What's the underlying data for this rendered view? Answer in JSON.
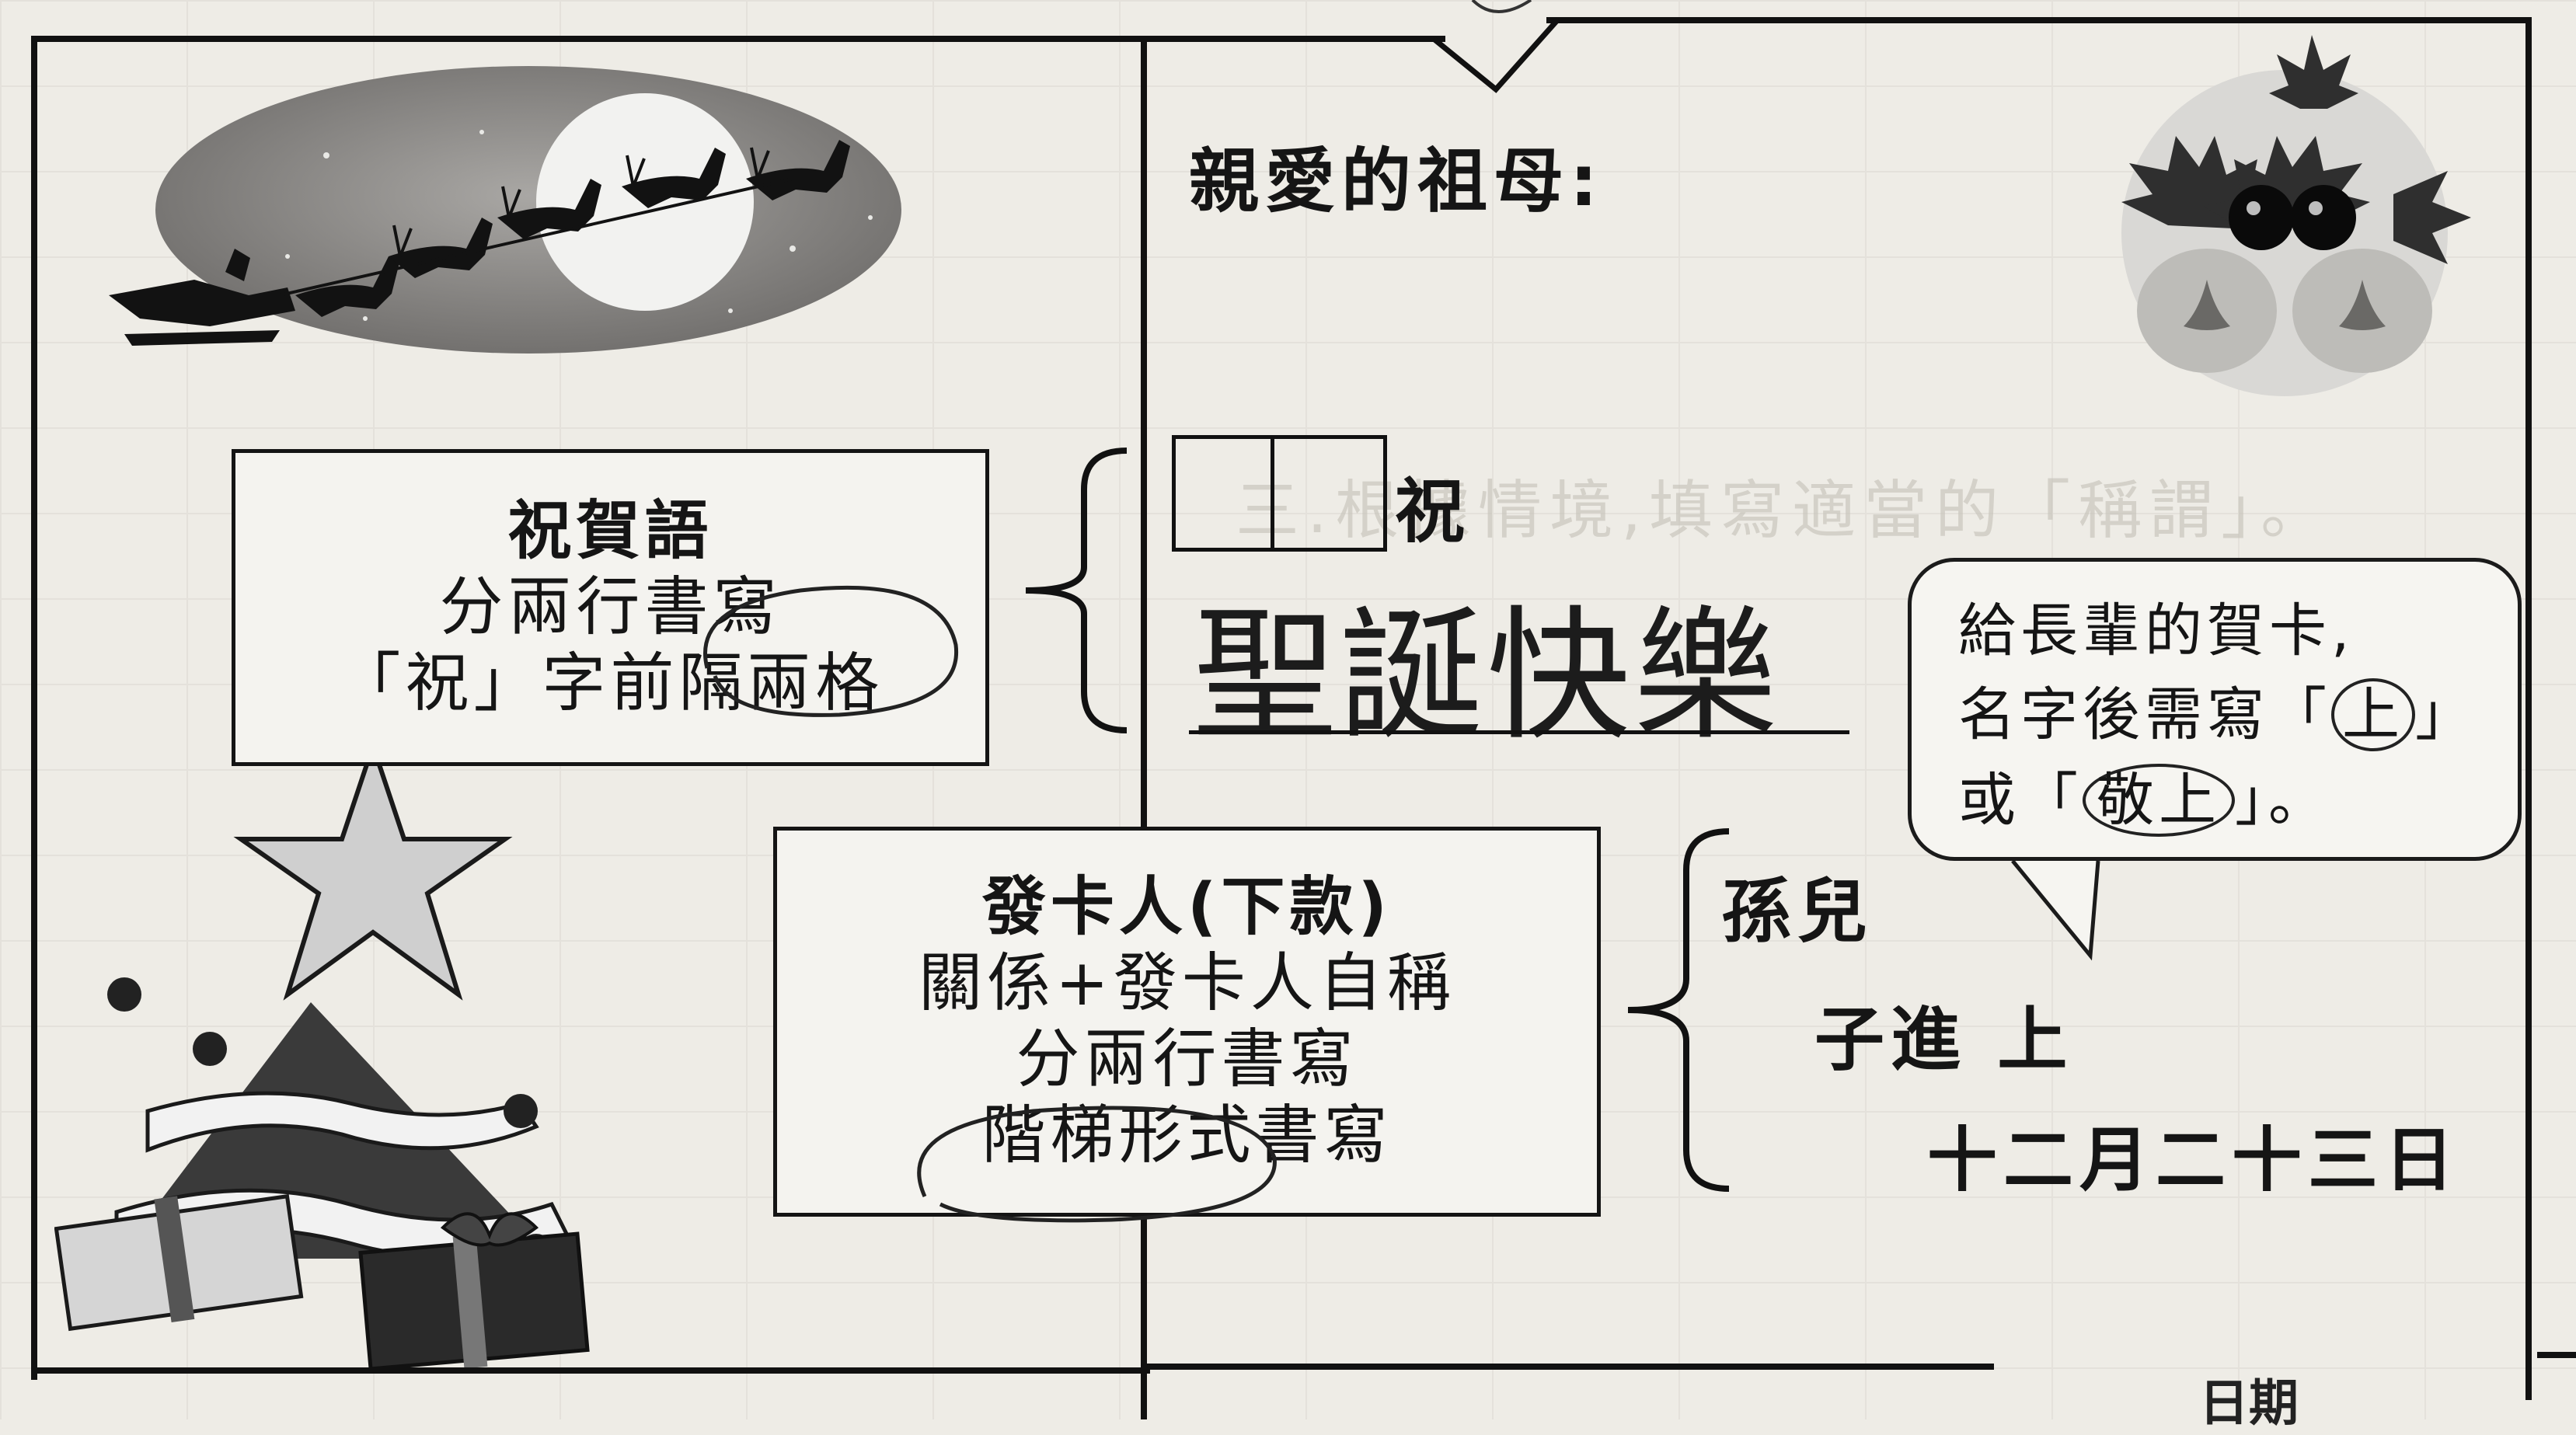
{
  "card_left": {
    "greeting_box": {
      "title": "祝賀語",
      "line_2": "分兩行書寫",
      "line_3": "「祝」字前隔兩格"
    },
    "sender_box": {
      "title": "發卡人(下款)",
      "line_2": "關係+發卡人自稱",
      "line_3": "分兩行書寫",
      "line_4": "階梯形式書寫"
    }
  },
  "card_right": {
    "salutation": "親愛的祖母:",
    "blessing_char": "祝",
    "handwritten_greeting": "聖誕快樂",
    "relation": "孫兒",
    "signer": "子進 上",
    "date": "十二月二十三日"
  },
  "speech_bubble": {
    "line_1": "給長輩的賀卡,",
    "line_2_pre": "名字後需寫「",
    "circled_1": "上",
    "line_2_post": "」",
    "line_3_pre": "或「",
    "circled_2": "敬上",
    "line_3_post": "」。"
  },
  "bleed_through": {
    "heading": "三.根據情境,填寫適當的「稱謂」。",
    "corner": "日期"
  },
  "icons": [
    "santa-sleigh-moon-icon",
    "christmas-bells-holly-icon",
    "christmas-tree-gifts-icon",
    "left-brace-icon"
  ]
}
